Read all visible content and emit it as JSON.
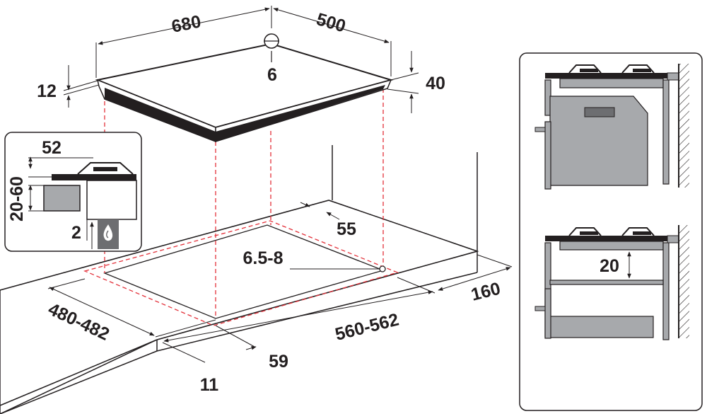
{
  "main_view": {
    "hob_width": "680",
    "hob_depth": "500",
    "gas_inlet": "6",
    "glass_thickness": "12",
    "hob_height": "40",
    "cutout_depth": "480-482",
    "cutout_width": "560-562",
    "min_wall_distance": "160",
    "rear_clearance": "55",
    "front_offset": "59",
    "edge_offset": "11",
    "fixing_hole": "6.5-8"
  },
  "section_detail": {
    "top_clearance": "52",
    "worktop_thickness": "20-60",
    "gas_gap": "2",
    "gas_symbol": "gas-flame-icon"
  },
  "installation_examples": {
    "separation_gap": "20"
  },
  "colors": {
    "line": "#231f20",
    "cutout_guides": "#e3313a",
    "panel_grey": "#a7a9ac",
    "panel_dark": "#6d6e71"
  }
}
